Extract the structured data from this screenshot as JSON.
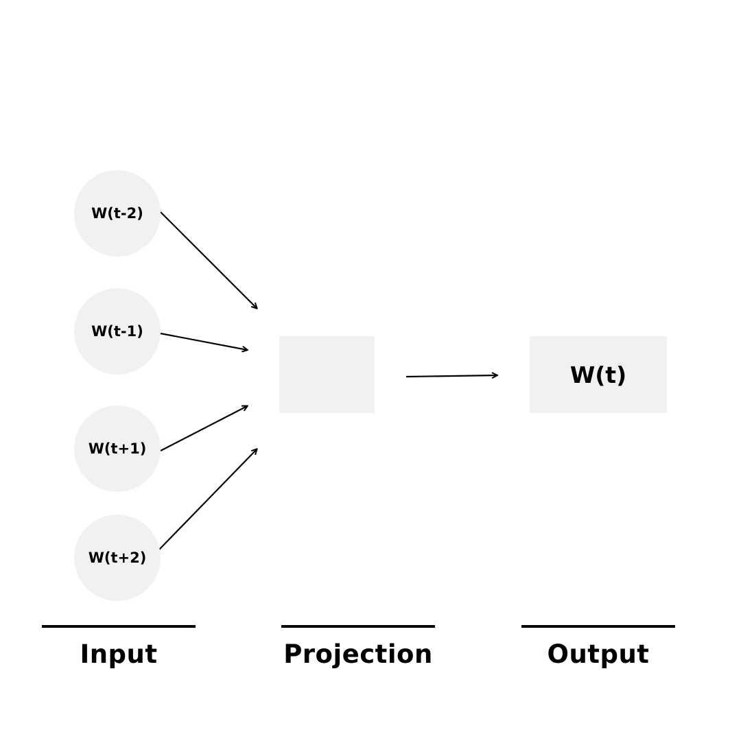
{
  "inputs": [
    "W(t-2)",
    "W(t-1)",
    "W(t+1)",
    "W(t+2)"
  ],
  "output": {
    "label": "W(t)"
  },
  "sections": {
    "input": "Input",
    "projection": "Projection",
    "output": "Output"
  },
  "colors": {
    "node_fill": "#f0f1f0",
    "stroke": "#000000",
    "background": "#ffffff"
  }
}
